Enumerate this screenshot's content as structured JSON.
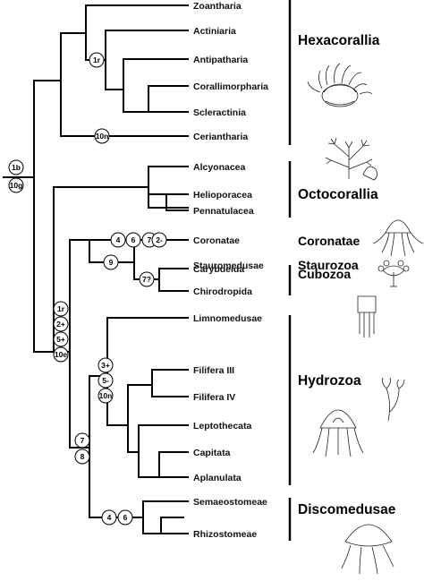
{
  "taxa": [
    {
      "id": "zoantharia",
      "label": "Zoantharia"
    },
    {
      "id": "actiniaria",
      "label": "Actiniaria"
    },
    {
      "id": "antipatharia",
      "label": "Antipatharia"
    },
    {
      "id": "corallimorpharia",
      "label": "Corallimorpharia"
    },
    {
      "id": "scleractinia",
      "label": "Scleractinia"
    },
    {
      "id": "ceriantharia",
      "label": "Ceriantharia"
    },
    {
      "id": "alcyonacea",
      "label": "Alcyonacea"
    },
    {
      "id": "helioporacea",
      "label": "Helioporacea"
    },
    {
      "id": "pennatulacea",
      "label": "Pennatulacea"
    },
    {
      "id": "coronatae",
      "label": "Coronatae"
    },
    {
      "id": "stauromedusae",
      "label": "Stauromedusae"
    },
    {
      "id": "carybdeida",
      "label": "Carybdeida"
    },
    {
      "id": "chirodropida",
      "label": "Chirodropida"
    },
    {
      "id": "limnomedusae",
      "label": "Limnomedusae"
    },
    {
      "id": "filifera-iii",
      "label": "Filifera III"
    },
    {
      "id": "filifera-iv",
      "label": "Filifera IV"
    },
    {
      "id": "leptothecata",
      "label": "Leptothecata"
    },
    {
      "id": "capitata",
      "label": "Capitata"
    },
    {
      "id": "aplanulata",
      "label": "Aplanulata"
    },
    {
      "id": "semaeostomeae",
      "label": "Semaeostomeae"
    },
    {
      "id": "rhizostomeae",
      "label": "Rhizostomeae"
    }
  ],
  "groups": [
    {
      "id": "hexacorallia",
      "label": "Hexacorallia"
    },
    {
      "id": "octocorallia",
      "label": "Octocorallia"
    },
    {
      "id": "coronatae-group",
      "label": "Coronatae"
    },
    {
      "id": "staurozoa",
      "label": "Staurozoa"
    },
    {
      "id": "cubozoa",
      "label": "Cubozoa"
    },
    {
      "id": "hydrozoa",
      "label": "Hydrozoa"
    },
    {
      "id": "discomedusae",
      "label": "Discomedusae"
    }
  ],
  "node_markers": [
    {
      "id": "m-root-1b",
      "label": "1b"
    },
    {
      "id": "m-root-10g",
      "label": "10g"
    },
    {
      "id": "m-hexa-1r",
      "label": "1r"
    },
    {
      "id": "m-cerian-10n",
      "label": "10n"
    },
    {
      "id": "m-coro-4",
      "label": "4"
    },
    {
      "id": "m-coro-6",
      "label": "6"
    },
    {
      "id": "m-coro-7",
      "label": "7"
    },
    {
      "id": "m-stauro-2minus",
      "label": "2-"
    },
    {
      "id": "m-stauro-cubo-9",
      "label": "9"
    },
    {
      "id": "m-cubo-7q",
      "label": "7?"
    },
    {
      "id": "m-medusozoa-1r",
      "label": "1r"
    },
    {
      "id": "m-medusozoa-2plus",
      "label": "2+"
    },
    {
      "id": "m-medusozoa-5plus",
      "label": "5+"
    },
    {
      "id": "m-medusozoa-10e",
      "label": "10e"
    },
    {
      "id": "m-hydro-3plus",
      "label": "3+"
    },
    {
      "id": "m-hydro-5minus",
      "label": "5-"
    },
    {
      "id": "m-hydro-10n",
      "label": "10n"
    },
    {
      "id": "m-hd-7",
      "label": "7"
    },
    {
      "id": "m-hd-8",
      "label": "8"
    },
    {
      "id": "m-disco-4",
      "label": "4"
    },
    {
      "id": "m-disco-6",
      "label": "6"
    }
  ]
}
